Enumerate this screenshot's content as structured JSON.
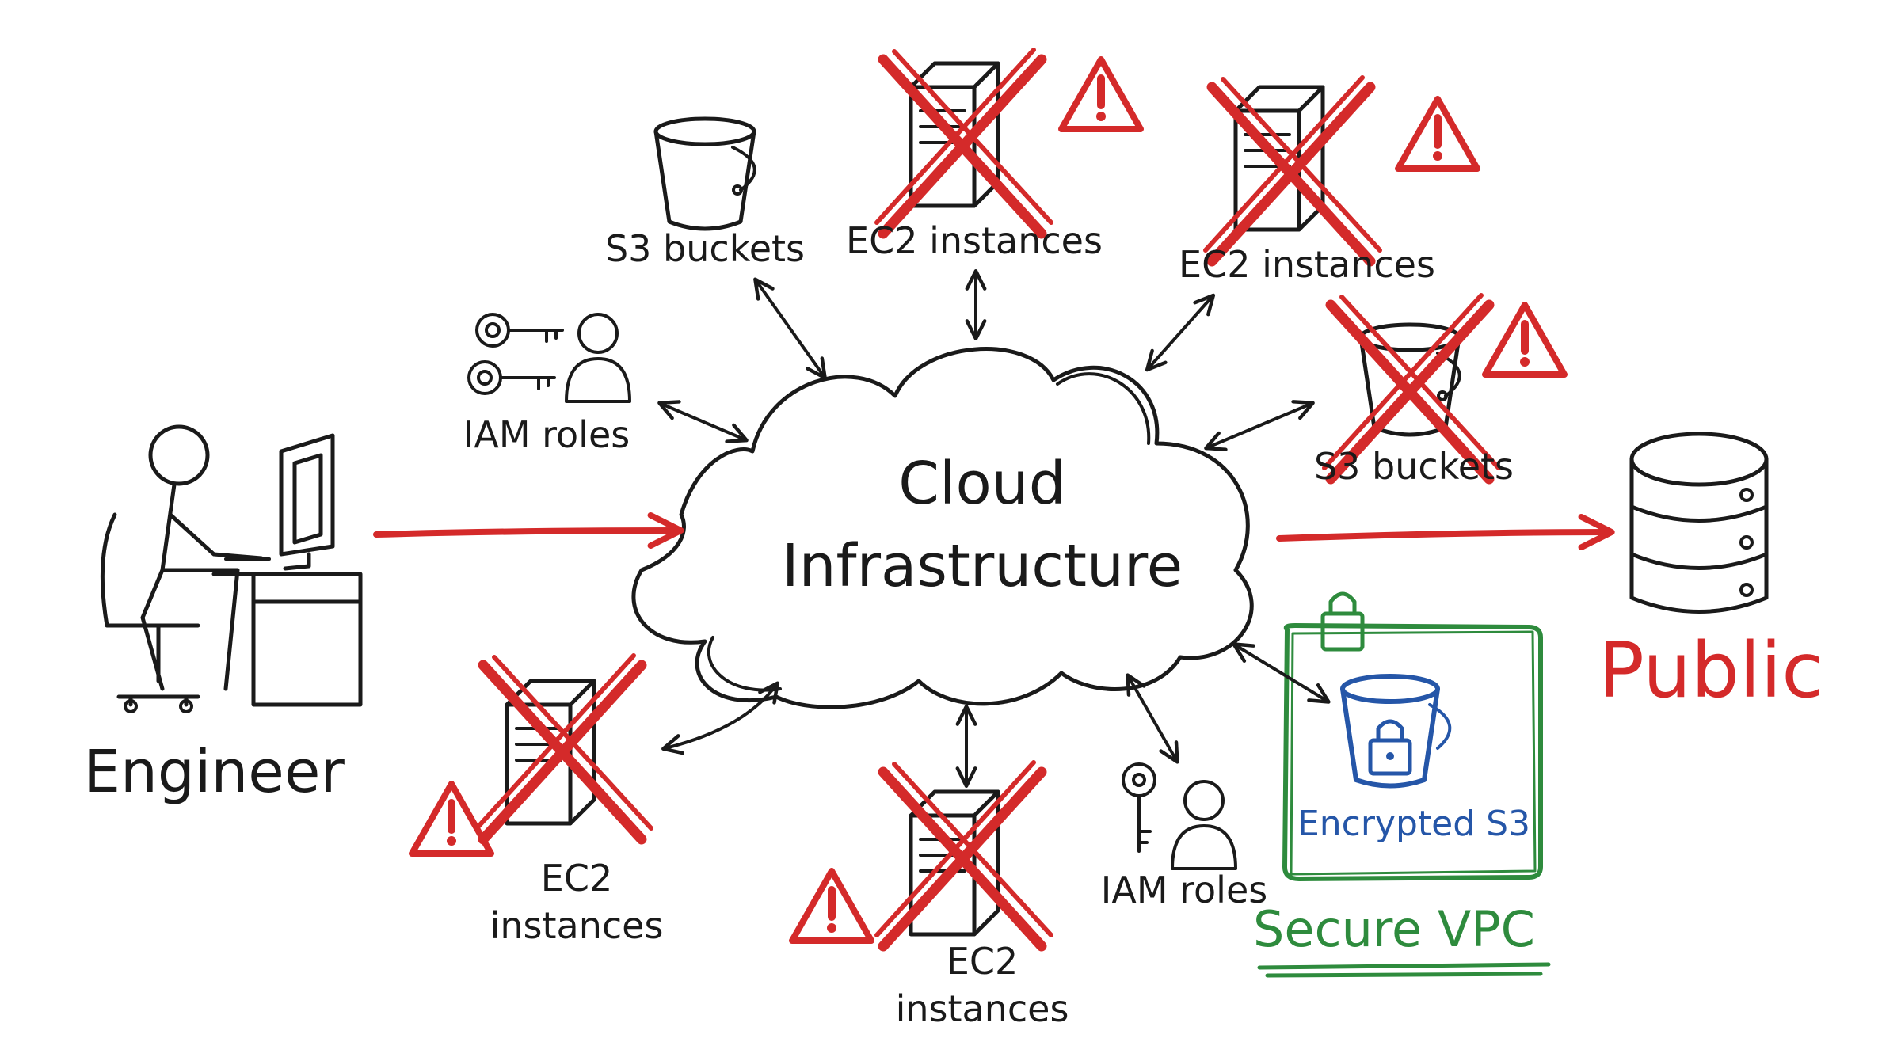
{
  "diagram": {
    "center_label_line1": "Cloud",
    "center_label_line2": "Infrastructure",
    "engineer_label": "Engineer",
    "public_label": "Public",
    "vpc_label": "Secure VPC",
    "encrypted_label": "Encrypted S3",
    "nodes": {
      "s3_top": "S3 buckets",
      "ec2_top": "EC2 instances",
      "ec2_top_right": "EC2 instances",
      "iam_left": "IAM roles",
      "s3_right": "S3 buckets",
      "ec2_bottom_left_line1": "EC2",
      "ec2_bottom_left_line2": "instances",
      "ec2_bottom_line1": "EC2",
      "ec2_bottom_line2": "instances",
      "iam_bottom": "IAM roles"
    }
  },
  "colors": {
    "ink": "#1a1a1a",
    "danger": "#d42a2a",
    "secure": "#2e8b3d",
    "encrypted": "#2556a8"
  }
}
